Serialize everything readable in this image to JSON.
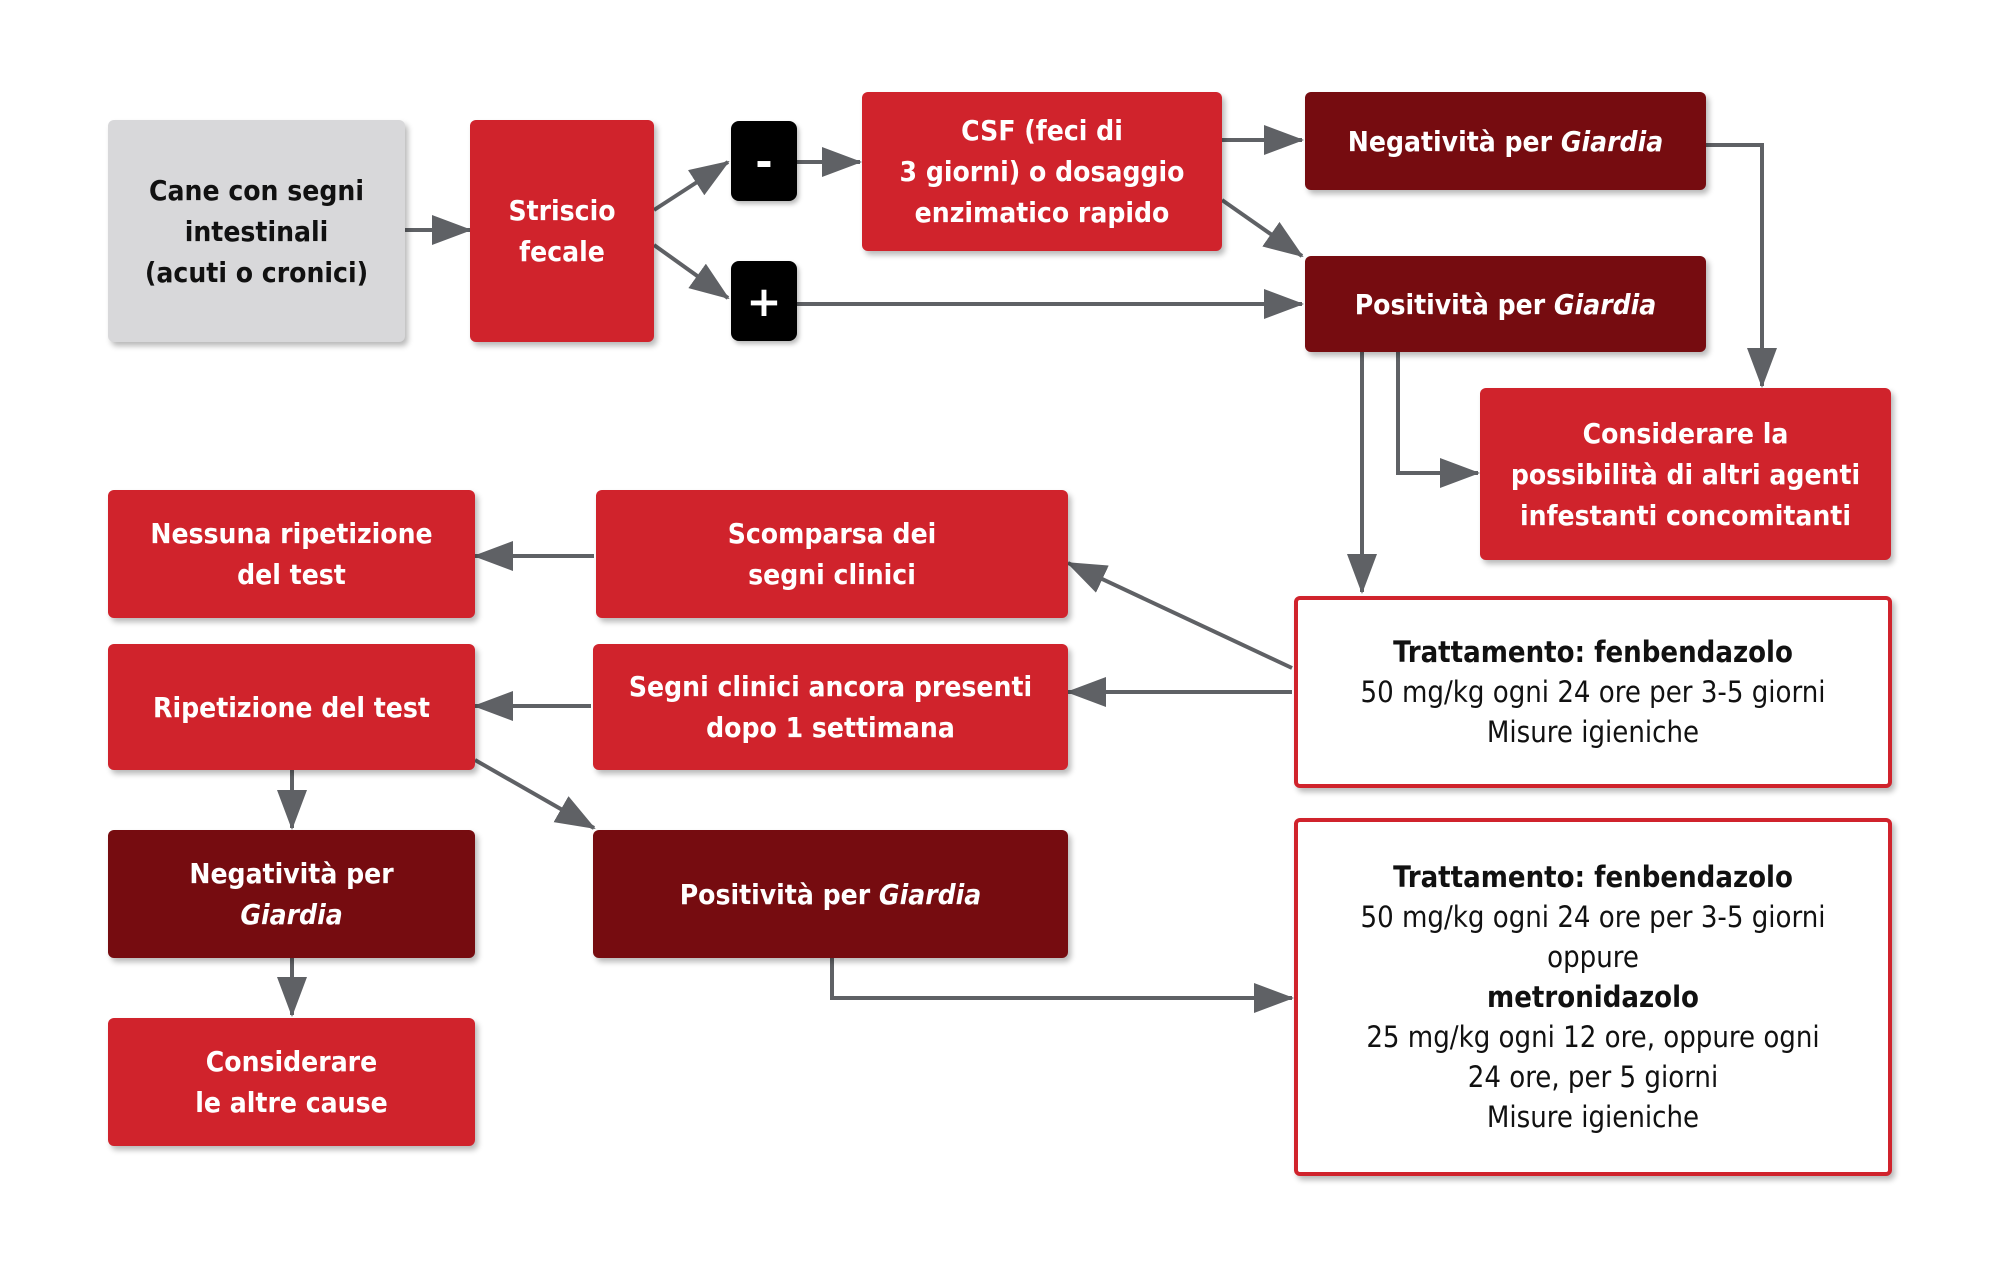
{
  "colors": {
    "red": "#d0232c",
    "dark_red": "#760c10",
    "grey": "#d8d8da",
    "arrow": "#5f6165"
  },
  "nodes": {
    "start": {
      "lines": [
        "Cane con segni",
        "intestinali",
        "(acuti o cronici)"
      ]
    },
    "smear": {
      "lines": [
        "Striscio",
        "fecale"
      ]
    },
    "minus": "-",
    "plus": "+",
    "csf": {
      "lines": [
        "CSF (feci di",
        "3 giorni) o dosaggio",
        "enzimatico rapido"
      ]
    },
    "neg_top": {
      "prefix": "Negatività per ",
      "italic": "Giardia"
    },
    "pos_top": {
      "prefix": "Positività per ",
      "italic": "Giardia"
    },
    "other_agents": {
      "lines": [
        "Considerare la",
        "possibilità di altri agenti",
        "infestanti concomitanti"
      ]
    },
    "treatment_1": {
      "heading": "Trattamento: fenbendazolo",
      "lines": [
        "50 mg/kg ogni 24 ore per 3-5 giorni",
        "Misure igieniche"
      ]
    },
    "resolved": {
      "lines": [
        "Scomparsa dei",
        "segni clinici"
      ]
    },
    "no_repeat": {
      "lines": [
        "Nessuna ripetizione",
        "del test"
      ]
    },
    "persist": {
      "lines": [
        "Segni clinici ancora presenti",
        "dopo 1 settimana"
      ]
    },
    "repeat": {
      "lines": [
        "Ripetizione del test"
      ]
    },
    "neg_bottom": {
      "line1": "Negatività per",
      "italic": "Giardia"
    },
    "pos_bottom": {
      "prefix": "Positività per ",
      "italic": "Giardia"
    },
    "other_causes": {
      "lines": [
        "Considerare",
        "le altre cause"
      ]
    },
    "treatment_2": {
      "heading": "Trattamento: fenbendazolo",
      "line1": "50 mg/kg ogni 24 ore per 3-5 giorni",
      "line2": "oppure",
      "heading2": "metronidazolo",
      "line3": "25 mg/kg ogni 12 ore, oppure ogni",
      "line4": "24 ore, per 5 giorni",
      "line5": "Misure igieniche"
    }
  }
}
